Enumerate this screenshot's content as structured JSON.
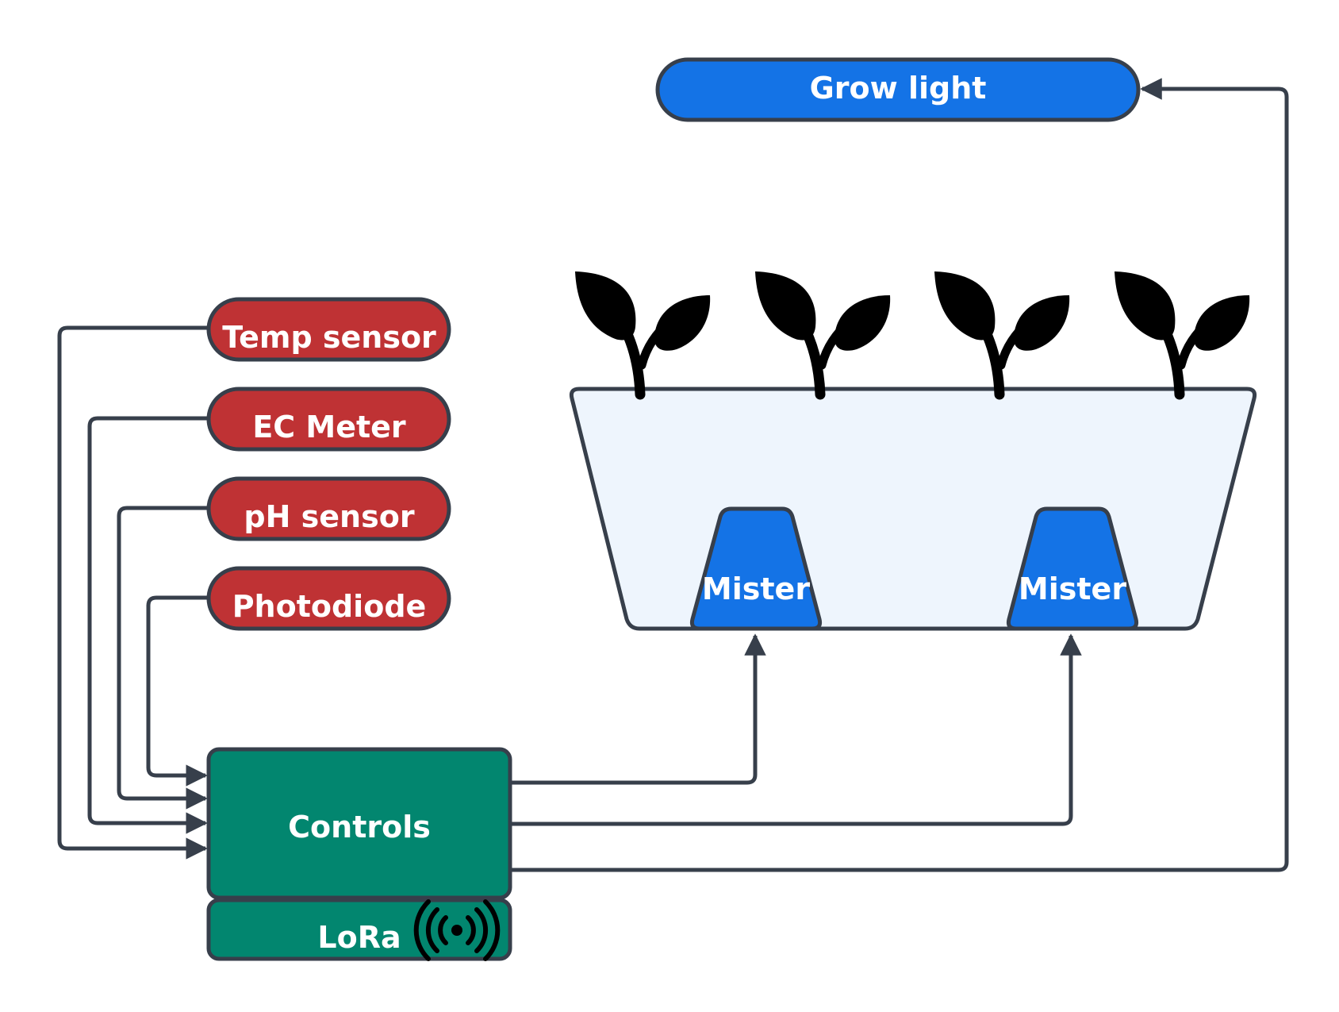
{
  "colors": {
    "sensor_fill": "#bf3234",
    "controls_fill": "#02866f",
    "device_fill": "#1473e6",
    "tray_fill": "#eef5fd",
    "stroke": "#373f4b",
    "plant": "#000000",
    "label_text": "#ffffff"
  },
  "sensors": [
    {
      "id": "temp",
      "label": "Temp sensor"
    },
    {
      "id": "ec",
      "label": "EC Meter"
    },
    {
      "id": "ph",
      "label": "pH sensor"
    },
    {
      "id": "photo",
      "label": "Photodiode"
    }
  ],
  "controls": {
    "label": "Controls"
  },
  "lora": {
    "label": "LoRa",
    "icon": "wireless-signal-icon"
  },
  "grow_light": {
    "label": "Grow light"
  },
  "misters": [
    {
      "id": "mister-left",
      "label": "Mister"
    },
    {
      "id": "mister-right",
      "label": "Mister"
    }
  ],
  "plants": {
    "count": 4,
    "icon": "sprout-icon"
  }
}
